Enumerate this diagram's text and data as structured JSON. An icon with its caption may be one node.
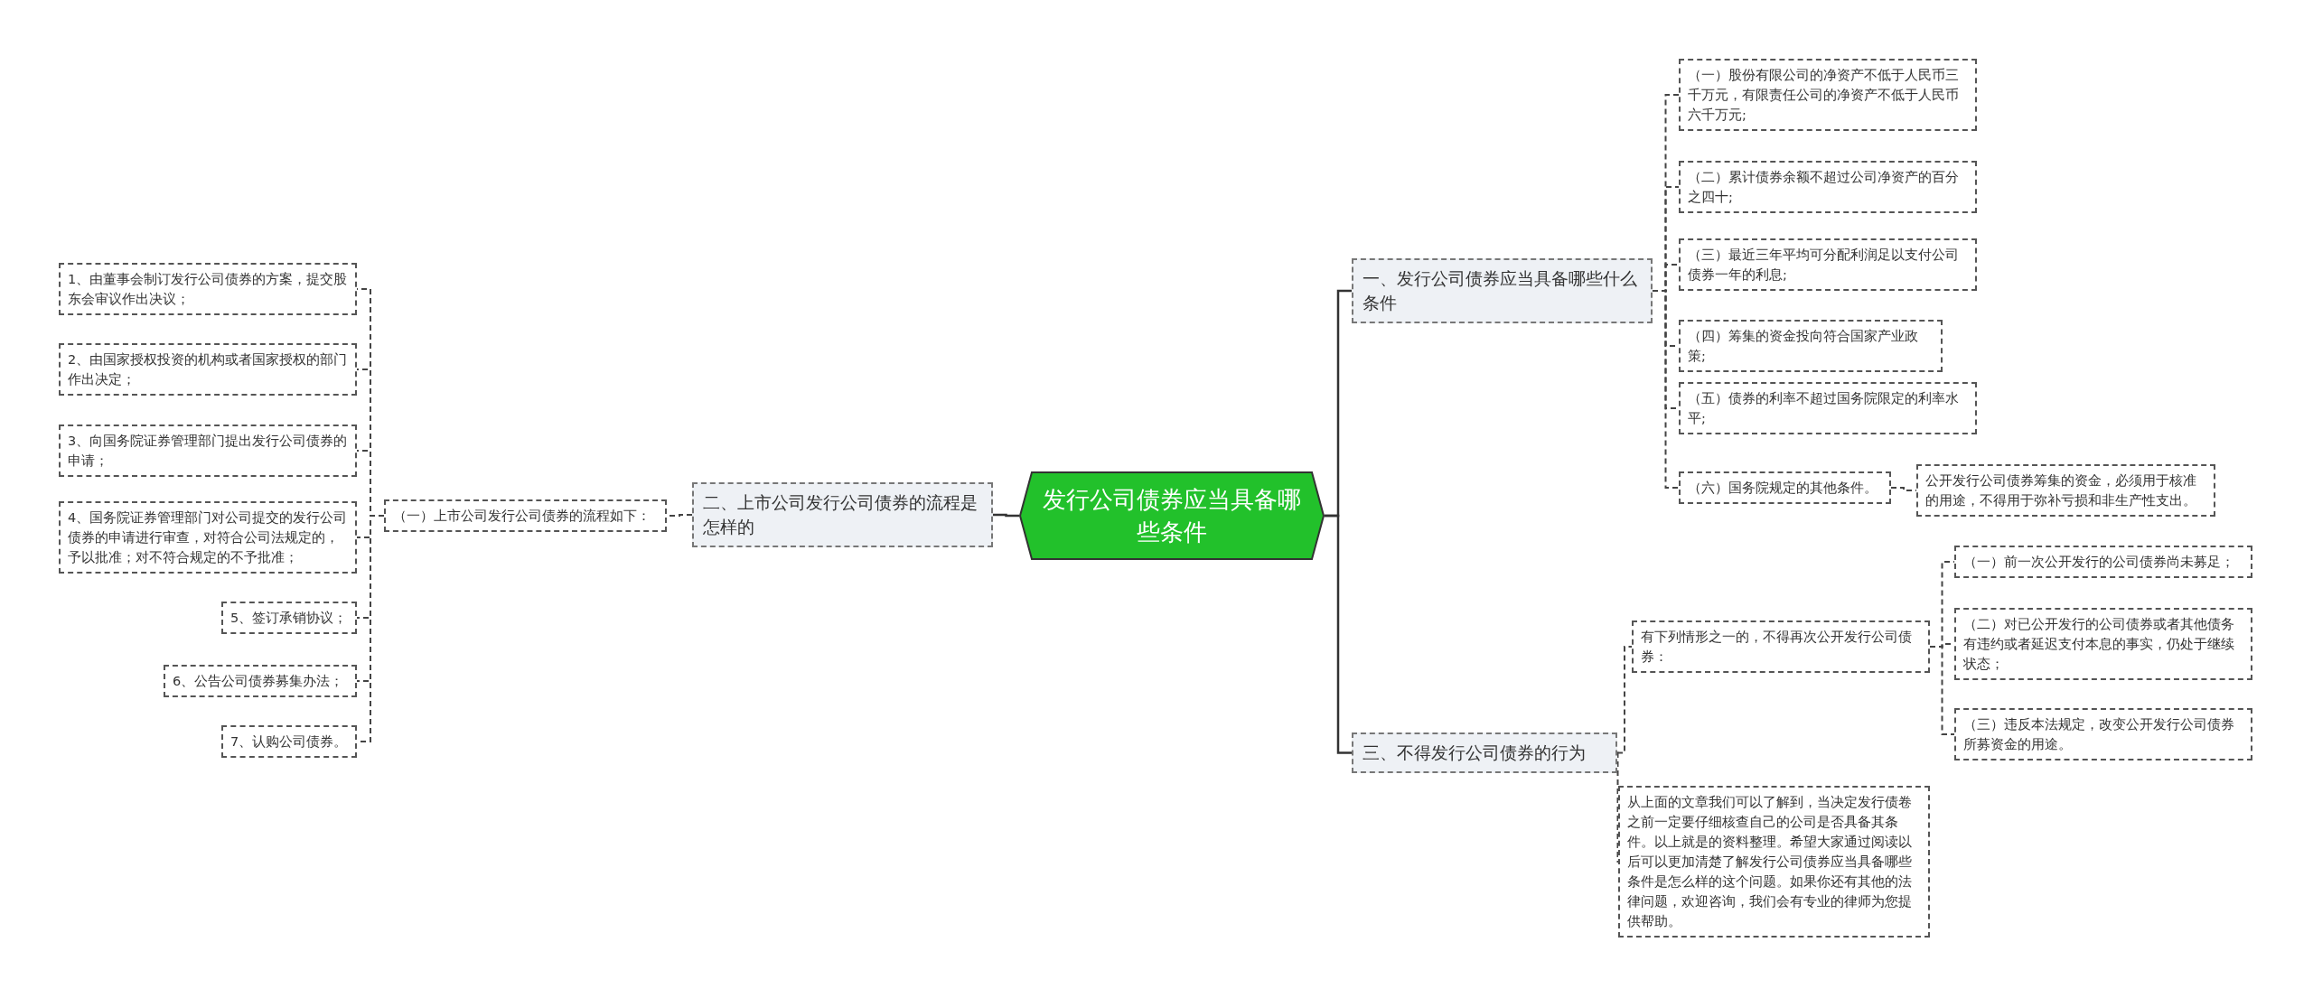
{
  "diagram": {
    "nodes": [
      {
        "text": [
          "发行公司债券应当具备哪些条件"
        ]
      },
      {
        "text": [
          "一、发行公司债券应当具备哪些什么条件"
        ]
      },
      {
        "text": [
          "（一）股份有限公司的净资产不低于人民币三千万元，有限责任公司的净资产不低于人民币六千万元;"
        ]
      },
      {
        "text": [
          "（二）累计债券余额不超过公司净资产的百分之四十;"
        ]
      },
      {
        "text": [
          "（三）最近三年平均可分配利润足以支付公司债券一年的利息;"
        ]
      },
      {
        "text": [
          "（四）筹集的资金投向符合国家产业政策;"
        ]
      },
      {
        "text": [
          "（五）债券的利率不超过国务院限定的利率水平;"
        ]
      },
      {
        "text": [
          "（六）国务院规定的其他条件。"
        ]
      },
      {
        "text": [
          "公开发行公司债券筹集的资金，必须用于核准的用途，不得用于弥补亏损和非生产性支出。"
        ]
      },
      {
        "text": [
          "二、上市公司发行公司债券的流程是怎样的"
        ]
      },
      {
        "text": [
          "（一）上市公司发行公司债券的流程如下："
        ]
      },
      {
        "text": [
          "1、由董事会制订发行公司债券的方案，提交股东会审议作出决议；"
        ]
      },
      {
        "text": [
          "2、由国家授权投资的机构或者国家授权的部门作出决定；"
        ]
      },
      {
        "text": [
          "3、向国务院证券管理部门提出发行公司债券的申请；"
        ]
      },
      {
        "text": [
          "4、国务院证券管理部门对公司提交的发行公司债券的申请进行审查，对符合公司法规定的，予以批准；对不符合规定的不予批准；"
        ]
      },
      {
        "text": [
          "5、签订承销协议；"
        ]
      },
      {
        "text": [
          "6、公告公司债券募集办法；"
        ]
      },
      {
        "text": [
          "7、认购公司债券。"
        ]
      },
      {
        "text": [
          "三、不得发行公司债券的行为"
        ]
      },
      {
        "text": [
          "有下列情形之一的，不得再次公开发行公司债券："
        ]
      },
      {
        "text": [
          "（一）前一次公开发行的公司债券尚未募足；"
        ]
      },
      {
        "text": [
          "（二）对已公开发行的公司债券或者其他债务有违约或者延迟支付本息的事实，仍处于继续状态；"
        ]
      },
      {
        "text": [
          "（三）违反本法规定，改变公开发行公司债券所募资金的用途。"
        ]
      },
      {
        "text": [
          "从上面的文章我们可以了解到，当决定发行债卷之前一定要仔细核查自己的公司是否具备其条件。以上就是的资料整理。希望大家通过阅读以后可以更加清楚了解发行公司债券应当具备哪些条件是怎么样的这个问题。如果你还有其他的法律问题，欢迎咨询，我们会有专业的律师为您提供帮助。"
        ]
      }
    ],
    "edges": [
      {
        "from": 0,
        "to": 1,
        "arrow": "none"
      },
      {
        "from": 1,
        "to": 2,
        "arrow": "none",
        "style": "dashed"
      },
      {
        "from": 1,
        "to": 3,
        "arrow": "none",
        "style": "dashed"
      },
      {
        "from": 1,
        "to": 4,
        "arrow": "none",
        "style": "dashed"
      },
      {
        "from": 1,
        "to": 5,
        "arrow": "none",
        "style": "dashed"
      },
      {
        "from": 1,
        "to": 6,
        "arrow": "none",
        "style": "dashed"
      },
      {
        "from": 1,
        "to": 7,
        "arrow": "none",
        "style": "dashed"
      },
      {
        "from": 7,
        "to": 8,
        "arrow": "none",
        "style": "dashed"
      },
      {
        "from": 0,
        "to": 9,
        "arrow": "none"
      },
      {
        "from": 9,
        "to": 10,
        "arrow": "none",
        "style": "dashed"
      },
      {
        "from": 10,
        "to": 11,
        "arrow": "none",
        "style": "dashed"
      },
      {
        "from": 10,
        "to": 12,
        "arrow": "none",
        "style": "dashed"
      },
      {
        "from": 10,
        "to": 13,
        "arrow": "none",
        "style": "dashed"
      },
      {
        "from": 10,
        "to": 14,
        "arrow": "none",
        "style": "dashed"
      },
      {
        "from": 10,
        "to": 15,
        "arrow": "none",
        "style": "dashed"
      },
      {
        "from": 10,
        "to": 16,
        "arrow": "none",
        "style": "dashed"
      },
      {
        "from": 10,
        "to": 17,
        "arrow": "none",
        "style": "dashed"
      },
      {
        "from": 0,
        "to": 18,
        "arrow": "none"
      },
      {
        "from": 18,
        "to": 19,
        "arrow": "none",
        "style": "dashed"
      },
      {
        "from": 19,
        "to": 20,
        "arrow": "none",
        "style": "dashed"
      },
      {
        "from": 19,
        "to": 21,
        "arrow": "none",
        "style": "dashed"
      },
      {
        "from": 19,
        "to": 22,
        "arrow": "none",
        "style": "dashed"
      },
      {
        "from": 18,
        "to": 23,
        "arrow": "none",
        "style": "dashed"
      }
    ]
  }
}
